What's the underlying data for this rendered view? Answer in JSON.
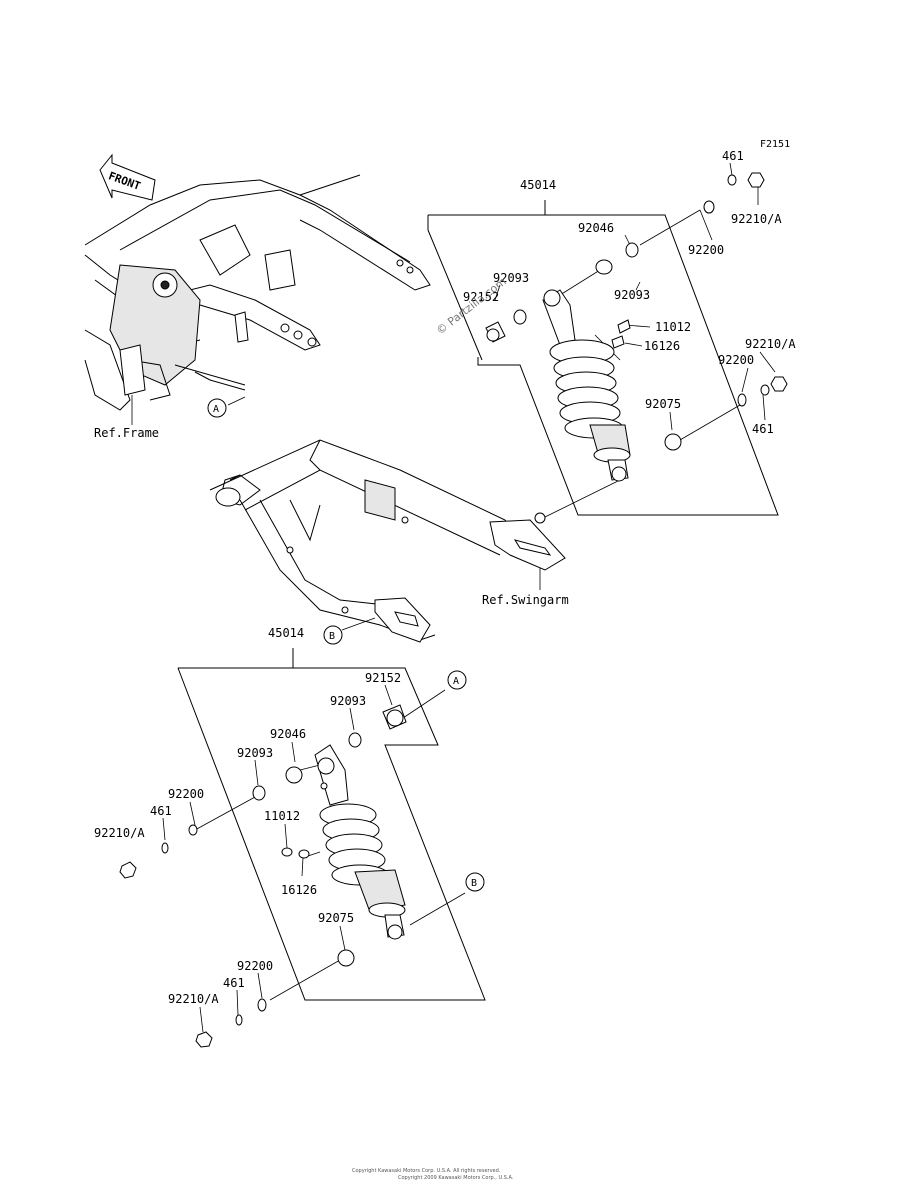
{
  "figure_code": "F2151",
  "front_label": "FRONT",
  "watermark": "© Partzilla.com",
  "footer": [
    "Copyright Kawasaki Motors Corp. U.S.A. All rights reserved.",
    "Copyright 2009 Kawasaki Motors Corp., U.S.A."
  ],
  "ref_labels": {
    "frame": "Ref.Frame",
    "swingarm": "Ref.Swingarm"
  },
  "callouts": {
    "a": "A",
    "b": "B"
  },
  "upper_group": {
    "assembly": "45014",
    "labels": {
      "p92046": "92046",
      "p92093_top": "92093",
      "p92152": "92152",
      "p92093_right": "92093",
      "p461_top": "461",
      "p92210a_top": "92210/A",
      "p92200_top": "92200",
      "p11012": "11012",
      "p16126": "16126",
      "p92210a_right": "92210/A",
      "p92200_right": "92200",
      "p92075": "92075",
      "p461_right": "461"
    }
  },
  "lower_group": {
    "assembly": "45014",
    "labels": {
      "p92152": "92152",
      "p92093_a": "92093",
      "p92046": "92046",
      "p92093_b": "92093",
      "p92200_left": "92200",
      "p461_left": "461",
      "p92210a_left": "92210/A",
      "p11012": "11012",
      "p16126": "16126",
      "p92075": "92075",
      "p92200_bottom": "92200",
      "p461_bottom": "461",
      "p92210a_bottom": "92210/A"
    }
  }
}
